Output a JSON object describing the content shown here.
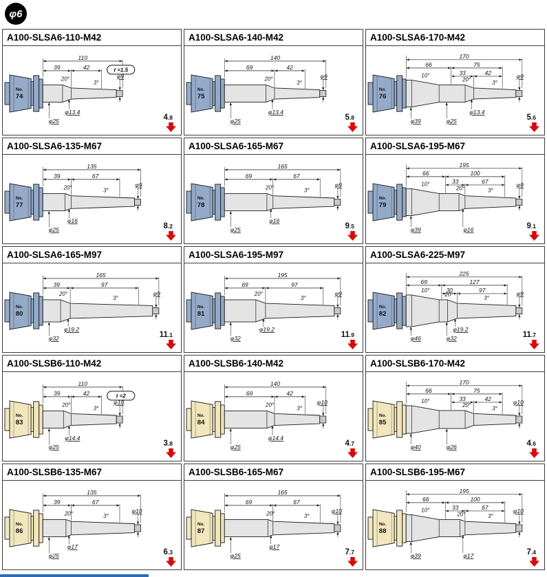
{
  "page": {
    "size_label": "φ6",
    "no_prefix": "No.",
    "shank_blue": "#94aac8",
    "shank_yellow": "#f1e6bc",
    "arrow_red": "#d60b0b",
    "footer_bar_color": "#2b6cb8"
  },
  "cells": [
    {
      "code": "A100-SLSA6-110-M42",
      "no": "74",
      "weight": "4.8",
      "family": "simple",
      "color": "blue",
      "total": "110",
      "segs": [
        "39",
        "42"
      ],
      "angles": [
        "20°",
        "3°"
      ],
      "tip_dia": "φ9",
      "nose_dia": "φ13.4",
      "body_dia": "φ25",
      "note": "t =1.5"
    },
    {
      "code": "A100-SLSA6-140-M42",
      "no": "75",
      "weight": "5.8",
      "family": "simple",
      "color": "blue",
      "total": "140",
      "segs": [
        "69",
        "42"
      ],
      "angles": [
        "20°",
        "3°"
      ],
      "tip_dia": "φ9",
      "nose_dia": "φ13.4",
      "body_dia": "φ25"
    },
    {
      "code": "A100-SLSA6-170-M42",
      "no": "76",
      "weight": "5.6",
      "family": "stepped",
      "color": "blue",
      "total": "170",
      "outer": [
        "66",
        "75"
      ],
      "inner": [
        "33",
        "42"
      ],
      "angles": [
        "10°",
        "20°",
        "3°"
      ],
      "tip_dia": "φ9",
      "nose_dia": "φ13.4",
      "rear_dia": "φ39",
      "mid_dia": "φ25"
    },
    {
      "code": "A100-SLSA6-135-M67",
      "no": "77",
      "weight": "8.2",
      "family": "simple",
      "color": "blue",
      "total": "135",
      "segs": [
        "39",
        "67"
      ],
      "angles": [
        "20°",
        "3°"
      ],
      "tip_dia": "φ9",
      "nose_dia": "φ16",
      "body_dia": "φ25"
    },
    {
      "code": "A100-SLSA6-165-M67",
      "no": "78",
      "weight": "9.5",
      "family": "simple",
      "color": "blue",
      "total": "165",
      "segs": [
        "69",
        "67"
      ],
      "angles": [
        "20°",
        "3°"
      ],
      "tip_dia": "φ9",
      "nose_dia": "φ16",
      "body_dia": "φ25"
    },
    {
      "code": "A100-SLSA6-195-M67",
      "no": "79",
      "weight": "9.1",
      "family": "stepped",
      "color": "blue",
      "total": "195",
      "outer": [
        "66",
        "100"
      ],
      "inner": [
        "33",
        "67"
      ],
      "angles": [
        "10°",
        "20°",
        "3°"
      ],
      "tip_dia": "φ9",
      "nose_dia": "φ16",
      "rear_dia": "φ39"
    },
    {
      "code": "A100-SLSA6-165-M97",
      "no": "80",
      "weight": "11.1",
      "family": "simple",
      "color": "blue",
      "total": "165",
      "segs": [
        "39",
        "97"
      ],
      "angles": [
        "20°",
        "3°"
      ],
      "tip_dia": "φ9",
      "nose_dia": "φ19.2",
      "body_dia": "φ32"
    },
    {
      "code": "A100-SLSA6-195-M97",
      "no": "81",
      "weight": "11.9",
      "family": "simple",
      "color": "blue",
      "total": "195",
      "segs": [
        "69",
        "97"
      ],
      "angles": [
        "20°",
        "3°"
      ],
      "tip_dia": "φ9",
      "nose_dia": "φ19.2",
      "body_dia": "φ32"
    },
    {
      "code": "A100-SLSA6-225-M97",
      "no": "82",
      "weight": "11.7",
      "family": "stepped",
      "color": "blue",
      "total": "225",
      "outer": [
        "69",
        "127"
      ],
      "inner": [
        "30",
        "97"
      ],
      "angles": [
        "10°",
        "20°",
        "3°"
      ],
      "tip_dia": "φ9",
      "nose_dia": "φ19.2",
      "rear_dia": "φ46",
      "mid_dia": "φ32"
    },
    {
      "code": "A100-SLSB6-110-M42",
      "no": "83",
      "weight": "3.8",
      "family": "simple",
      "color": "yellow",
      "total": "110",
      "segs": [
        "39",
        "42"
      ],
      "angles": [
        "20°",
        "3°"
      ],
      "tip_dia": "φ10",
      "nose_dia": "φ14.4",
      "body_dia": "φ25",
      "note": "t =2"
    },
    {
      "code": "A100-SLSB6-140-M42",
      "no": "84",
      "weight": "4.7",
      "family": "simple",
      "color": "yellow",
      "total": "140",
      "segs": [
        "69",
        "42"
      ],
      "angles": [
        "20°",
        "3°"
      ],
      "tip_dia": "φ10",
      "nose_dia": "φ14.4",
      "body_dia": "φ25"
    },
    {
      "code": "A100-SLSB6-170-M42",
      "no": "85",
      "weight": "4.6",
      "family": "stepped",
      "color": "yellow",
      "total": "170",
      "outer": [
        "66",
        "75"
      ],
      "inner": [
        "33",
        "42"
      ],
      "angles": [
        "10°",
        "20°",
        "3°"
      ],
      "tip_dia": "φ10",
      "rear_dia": "φ40",
      "mid_dia": "φ26"
    },
    {
      "code": "A100-SLSB6-135-M67",
      "no": "86",
      "weight": "6.3",
      "family": "simple",
      "color": "yellow",
      "total": "135",
      "segs": [
        "39",
        "67"
      ],
      "angles": [
        "20°",
        "3°"
      ],
      "tip_dia": "φ10",
      "nose_dia": "φ17",
      "body_dia": "φ25"
    },
    {
      "code": "A100-SLSB6-165-M67",
      "no": "87",
      "weight": "7.7",
      "family": "simple",
      "color": "yellow",
      "total": "165",
      "segs": [
        "69",
        "67"
      ],
      "angles": [
        "20°",
        "3°"
      ],
      "tip_dia": "φ10",
      "nose_dia": "φ17",
      "body_dia": "φ25"
    },
    {
      "code": "A100-SLSB6-195-M67",
      "no": "88",
      "weight": "7.4",
      "family": "stepped",
      "color": "yellow",
      "total": "195",
      "outer": [
        "66",
        "100"
      ],
      "inner": [
        "33",
        "67"
      ],
      "angles": [
        "10°",
        "20°",
        "3°"
      ],
      "tip_dia": "φ10",
      "nose_dia": "φ17",
      "rear_dia": "φ39"
    }
  ]
}
